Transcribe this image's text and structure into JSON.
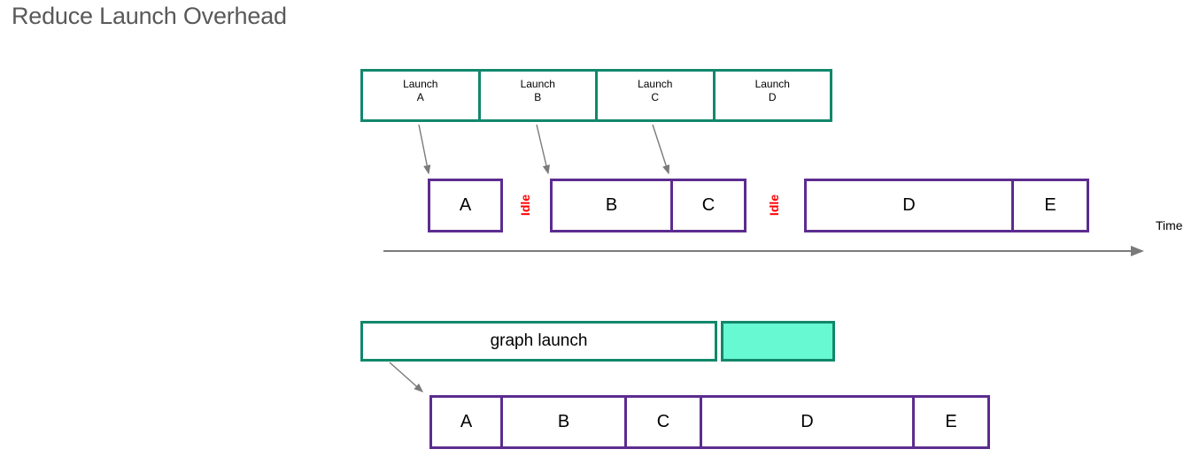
{
  "title": "Reduce Launch Overhead",
  "launch_row": {
    "cells": [
      {
        "line1": "Launch",
        "line2": "A"
      },
      {
        "line1": "Launch",
        "line2": "B"
      },
      {
        "line1": "Launch",
        "line2": "C"
      },
      {
        "line1": "Launch",
        "line2": "D"
      }
    ]
  },
  "timeline": {
    "boxes": [
      "A",
      "B",
      "C",
      "D",
      "E"
    ],
    "idle_label": "Idle",
    "time_label": "Time"
  },
  "graph": {
    "launch_label": "graph launch"
  },
  "graph_timeline": {
    "boxes": [
      "A",
      "B",
      "C",
      "D",
      "E"
    ]
  },
  "colors": {
    "teal_border": "#12876B",
    "mint_fill": "#67F9D1",
    "purple_border": "#5C2C8F",
    "idle_red": "#FF0000",
    "arrow_gray": "#7A7A7A",
    "title_gray": "#595959"
  }
}
